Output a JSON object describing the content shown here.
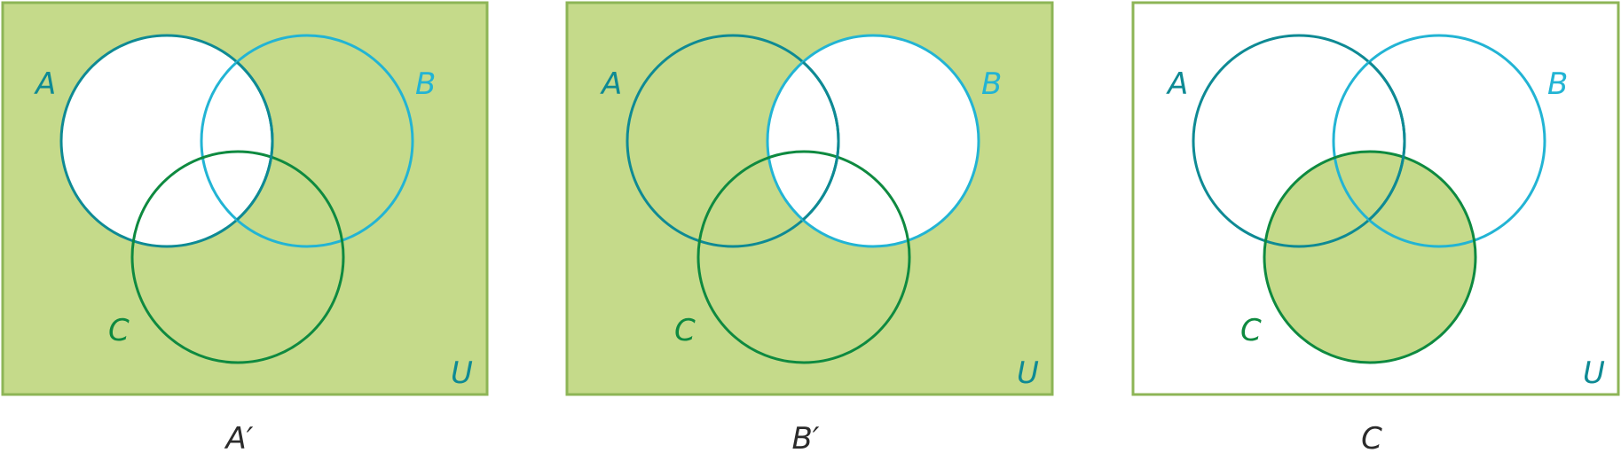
{
  "colors": {
    "shade": "#c5da8a",
    "frame": "#8db556",
    "unshaded": "#ffffff",
    "circle_a": "#0e8a94",
    "circle_b": "#22b4d4",
    "circle_c": "#0e8a40",
    "caption_text": "#2b2b2b"
  },
  "diagrams": [
    {
      "caption": "A′",
      "shaded": "complement of A",
      "labels": {
        "a": "A",
        "b": "B",
        "c": "C",
        "u": "U"
      }
    },
    {
      "caption": "B′",
      "shaded": "complement of B",
      "labels": {
        "a": "A",
        "b": "B",
        "c": "C",
        "u": "U"
      }
    },
    {
      "caption": "C",
      "shaded": "C",
      "labels": {
        "a": "A",
        "b": "B",
        "c": "C",
        "u": "U"
      }
    }
  ]
}
